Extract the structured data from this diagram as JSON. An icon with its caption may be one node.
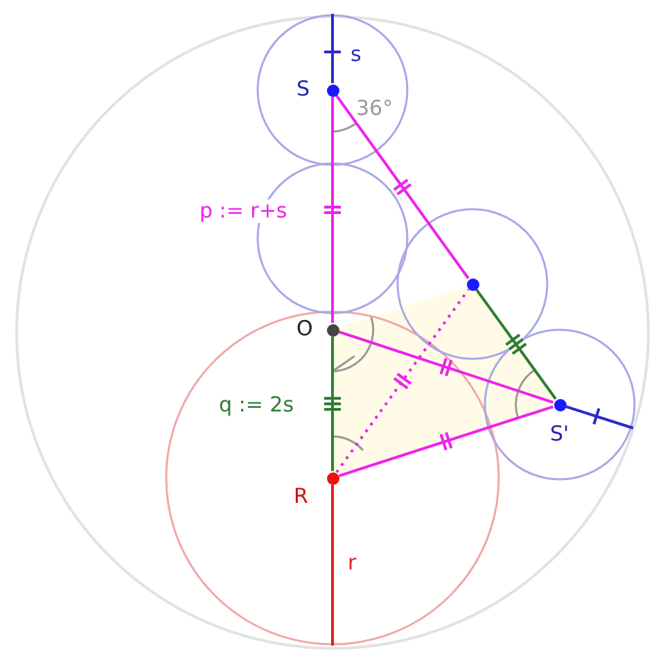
{
  "diagram": {
    "nodes": [
      {
        "text": [
          "S"
        ]
      },
      {
        "text": [
          "O"
        ]
      },
      {
        "text": [
          "R"
        ]
      },
      {
        "text": [
          "S'"
        ]
      },
      {
        "text": [],
        "shape": "circle"
      }
    ],
    "edges": [
      {
        "from": 0,
        "to": 1,
        "arrow": "none",
        "label": "p :=  r+s"
      },
      {
        "from": 0,
        "to": 4,
        "arrow": "none"
      },
      {
        "from": 4,
        "to": 3,
        "arrow": "none",
        "color": "#2e7d32"
      },
      {
        "from": 1,
        "to": 2,
        "arrow": "none",
        "color": "#2e7d32",
        "label": "q := 2s"
      },
      {
        "from": 1,
        "to": 3,
        "arrow": "none"
      },
      {
        "from": 2,
        "to": 3,
        "arrow": "none"
      },
      {
        "from": 2,
        "to": 4,
        "arrow": "none",
        "style": "dashed"
      },
      {
        "from": 0,
        "to": null,
        "arrow": "none",
        "color": "#2a2acc",
        "label": "s"
      },
      {
        "from": 3,
        "to": null,
        "arrow": "none",
        "color": "#2a2acc"
      },
      {
        "from": 2,
        "to": null,
        "arrow": "none",
        "color": "#dd2222",
        "label": "r"
      }
    ],
    "labels": [
      "36°"
    ]
  }
}
